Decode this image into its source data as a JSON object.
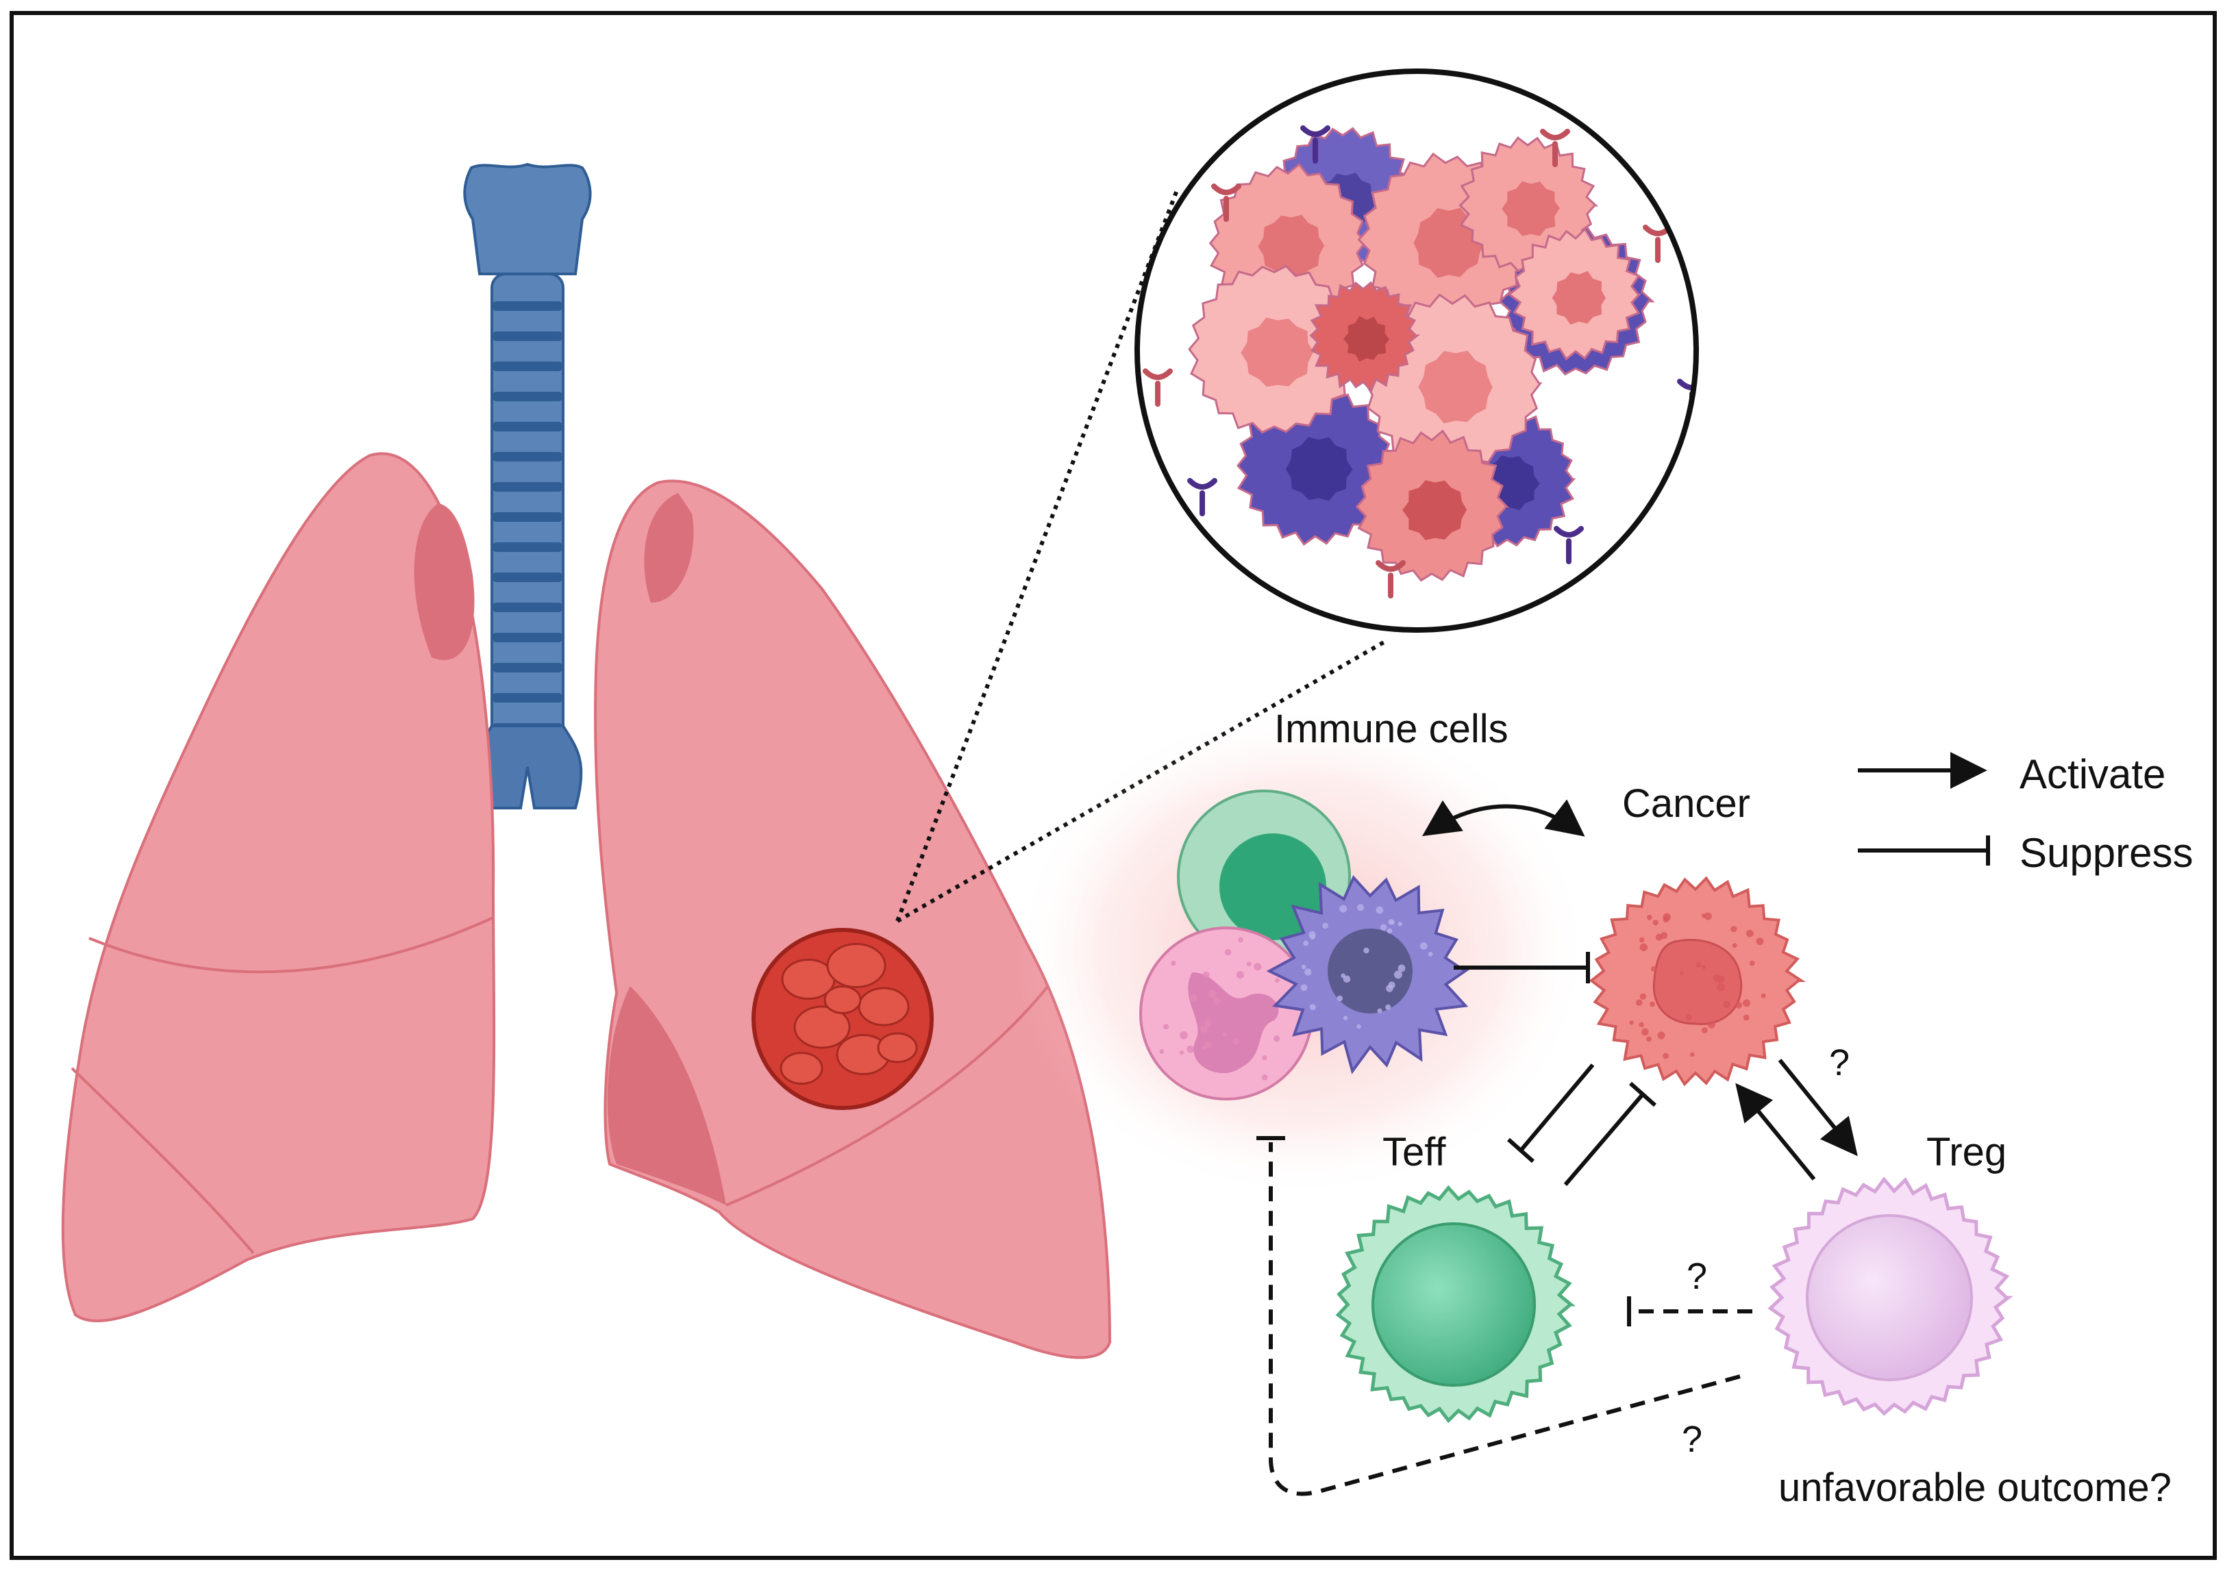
{
  "labels": {
    "immune_cells": "Immune cells",
    "cancer": "Cancer",
    "teff": "Teff",
    "treg": "Treg",
    "outcome": "unfavorable outcome?"
  },
  "legend": {
    "activate": "Activate",
    "suppress": "Suppress"
  },
  "question_marks": {
    "cancer_to_treg": "?",
    "treg_to_teff": "?",
    "treg_to_immune": "?"
  },
  "colors": {
    "lung": "#ee9aa3",
    "lung_dark": "#d9707b",
    "trachea": "#5b85b8",
    "trachea_dark": "#2f5d94",
    "tumor": "#d43d33",
    "cancer_cell": "#f08a88",
    "immune_purple": "#7066c0",
    "teff_green": "#6fcfa4",
    "treg_violet": "#efc4ef",
    "neutrophil_pink": "#f6b1d0"
  }
}
